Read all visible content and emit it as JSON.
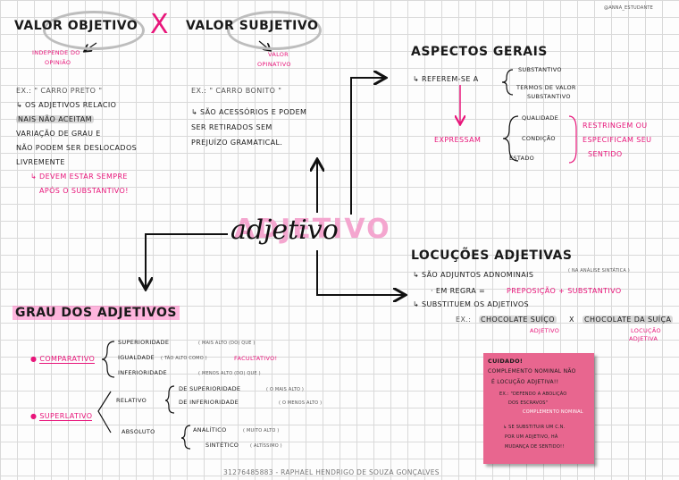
{
  "top": {
    "valor_objetivo": "VALOR OBJETIVO",
    "x_sign": "X",
    "valor_subjetivo": "VALOR SUBJETIVO",
    "independe": "INDEPENDE DO",
    "opiniao": "OPINIÃO",
    "valor": "VALOR",
    "opinativo": "OPINATIVO",
    "watermark": "@ANNA_ESTUDANTE"
  },
  "objetivo": {
    "ex": "EX.: \" CARRO PRETO \"",
    "line1": "↳ OS ADJETIVOS RELACIO",
    "line2": "NAIS NÃO ACEITAM",
    "line3": "VARIAÇÃO DE GRAU E",
    "line4": "NÃO PODEM SER DESLOCADOS",
    "line5": "LIVREMENTE",
    "note1": "↳ DEVEM ESTAR SEMPRE",
    "note2": "APÓS O SUBSTANTIVO!"
  },
  "subjetivo": {
    "ex": "EX.: \" CARRO BONITO \"",
    "line1": "↳ SÃO ACESSÓRIOS E PODEM",
    "line2": "SER RETIRADOS SEM",
    "line3": "PREJUÍZO GRAMATICAL."
  },
  "aspectos": {
    "title": "ASPECTOS GERAIS",
    "referem": "↳ REFEREM-SE A",
    "substantivo": "SUBSTANTIVO",
    "termos1": "TERMOS DE VALOR",
    "termos2": "SUBSTANTIVO",
    "expressam": "EXPRESSAM",
    "qualidade": "QUALIDADE",
    "condicao": "CONDIÇÃO",
    "estado": "ESTADO",
    "restringem1": "RESTRINGEM OU",
    "restringem2": "ESPECIFICAM SEU",
    "restringem3": "SENTIDO"
  },
  "center": {
    "adjetivo_bg": "ADJETIVO",
    "adjetivo_script": "adjetivo"
  },
  "locucoes": {
    "title": "LOCUÇÕES ADJETIVAS",
    "line1": "↳ SÃO ADJUNTOS ADNOMINAIS",
    "line1_note": "( NA ANÁLISE SINTÁTICA )",
    "line2": "· EM REGRA =",
    "preposicao": "PREPOSIÇÃO + SUBSTANTIVO",
    "line3": "↳ SUBSTITUEM OS ADJETIVOS",
    "ex_prefix": "EX.:",
    "ex_left": "CHOCOLATE SUÍÇO",
    "ex_x": "X",
    "ex_right": "CHOCOLATE DA SUÍÇA",
    "label_adjetivo": "ADJETIVO",
    "label_locucao1": "LOCUÇÃO",
    "label_locucao2": "ADJETIVA"
  },
  "grau": {
    "title": "GRAU DOS ADJETIVOS",
    "comparativo": "COMPARATIVO",
    "superioridade": "SUPERIORIDADE",
    "superioridade_ex": "( MAIS ALTO (DO) QUE )",
    "igualdade": "IGUALDADE",
    "igualdade_ex": "( TÃO ALTO COMO )",
    "facultativo": "FACULTATIVO!",
    "inferioridade": "INFERIORIDADE",
    "inferioridade_ex": "( MENOS ALTO (DO) QUE )",
    "superlativo": "SUPERLATIVO",
    "relativo": "RELATIVO",
    "de_sup": "DE SUPERIORIDADE",
    "de_sup_ex": "( O MAIS ALTO )",
    "de_inf": "DE INFERIORIDADE",
    "de_inf_ex": "( O MENOS ALTO )",
    "absoluto": "ABSOLUTO",
    "analitico": "ANALÍTICO",
    "analitico_ex": "( MUITO ALTO )",
    "sintetico": "SINTÉTICO",
    "sintetico_ex": "( ALTÍSSIMO )"
  },
  "cuidado": {
    "title": "CUIDADO!",
    "l1": "COMPLEMENTO NOMINAL NÃO",
    "l2": "É LOCUÇÃO ADJETIVA!!",
    "l3": "EX.: \"DEFENDO A ABOLIÇÃO",
    "l4": "DOS ESCRAVOS\"",
    "l5": "COMPLEMENTO NOMINAL",
    "l6": "↳ SE SUBSTITUIR UM C.N.",
    "l7": "POR UM ADJETIVO, HÁ",
    "l8": "MUDANÇA DE SENTIDO!!"
  },
  "footer": "31276485883 - RAPHAEL HENDRIGO DE SOUZA GONÇALVES"
}
